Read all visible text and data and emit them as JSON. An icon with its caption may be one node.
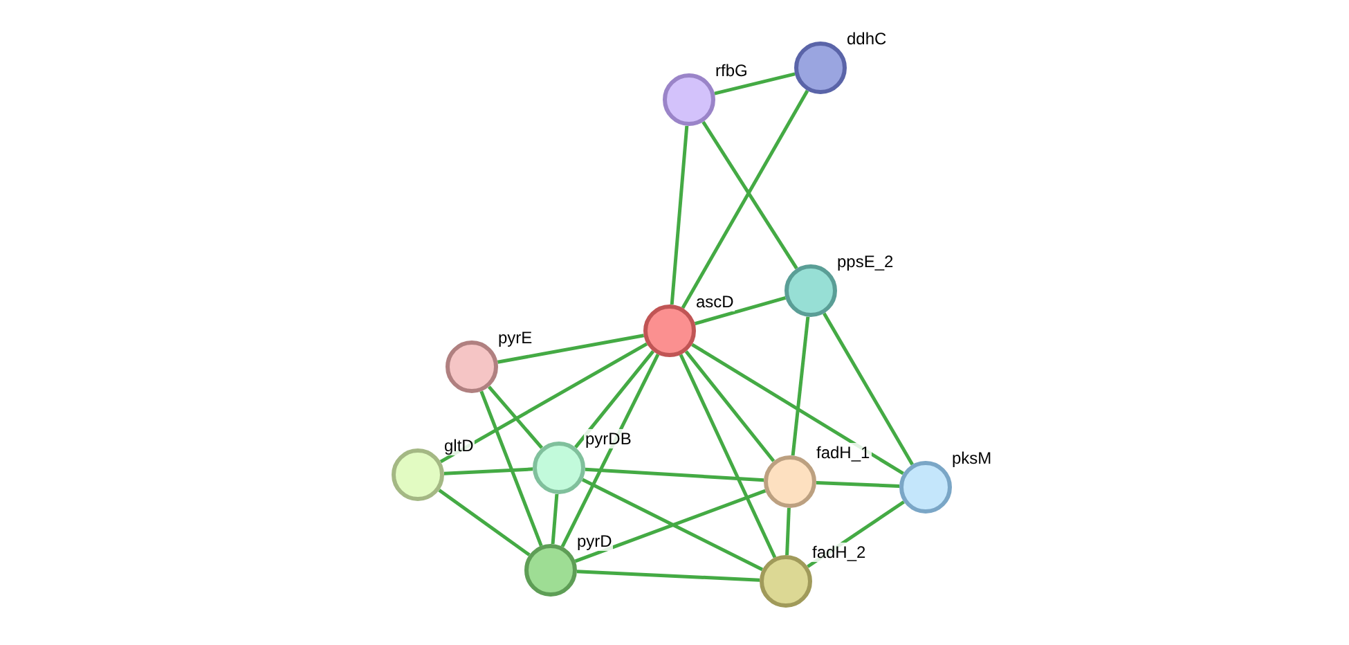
{
  "diagram": {
    "nodes": [
      {
        "text": [],
        "shape": "circle",
        "beside": [
          "ddhC"
        ]
      },
      {
        "text": [],
        "shape": "circle",
        "beside": [
          "rfbG"
        ]
      },
      {
        "text": [],
        "shape": "circle",
        "beside": [
          "ppsE_2"
        ]
      },
      {
        "text": [],
        "shape": "circle",
        "beside": [
          "ascD"
        ]
      },
      {
        "text": [],
        "shape": "circle",
        "beside": [
          "pyrE"
        ]
      },
      {
        "text": [],
        "shape": "circle",
        "beside": [
          "pyrDB"
        ]
      },
      {
        "text": [],
        "shape": "circle",
        "beside": [
          "gltD"
        ]
      },
      {
        "text": [],
        "shape": "circle",
        "beside": [
          "fadH_1"
        ]
      },
      {
        "text": [],
        "shape": "circle",
        "beside": [
          "pksM"
        ]
      },
      {
        "text": [],
        "shape": "circle",
        "beside": [
          "pyrD"
        ]
      },
      {
        "text": [],
        "shape": "circle",
        "beside": [
          "fadH_2"
        ]
      }
    ],
    "edges": [
      {
        "from": 1,
        "to": 0,
        "arrow": "none"
      },
      {
        "from": 1,
        "to": 3,
        "arrow": "none"
      },
      {
        "from": 1,
        "to": 2,
        "arrow": "none"
      },
      {
        "from": 0,
        "to": 3,
        "arrow": "none"
      },
      {
        "from": 3,
        "to": 2,
        "arrow": "none"
      },
      {
        "from": 3,
        "to": 4,
        "arrow": "none"
      },
      {
        "from": 3,
        "to": 6,
        "arrow": "none"
      },
      {
        "from": 3,
        "to": 5,
        "arrow": "none"
      },
      {
        "from": 3,
        "to": 9,
        "arrow": "none"
      },
      {
        "from": 3,
        "to": 7,
        "arrow": "none"
      },
      {
        "from": 3,
        "to": 10,
        "arrow": "none"
      },
      {
        "from": 3,
        "to": 8,
        "arrow": "none"
      },
      {
        "from": 2,
        "to": 7,
        "arrow": "none"
      },
      {
        "from": 2,
        "to": 8,
        "arrow": "none"
      },
      {
        "from": 4,
        "to": 5,
        "arrow": "none"
      },
      {
        "from": 4,
        "to": 9,
        "arrow": "none"
      },
      {
        "from": 6,
        "to": 5,
        "arrow": "none"
      },
      {
        "from": 6,
        "to": 9,
        "arrow": "none"
      },
      {
        "from": 5,
        "to": 9,
        "arrow": "none"
      },
      {
        "from": 5,
        "to": 7,
        "arrow": "none"
      },
      {
        "from": 5,
        "to": 10,
        "arrow": "none"
      },
      {
        "from": 9,
        "to": 7,
        "arrow": "none"
      },
      {
        "from": 9,
        "to": 10,
        "arrow": "none"
      },
      {
        "from": 7,
        "to": 8,
        "arrow": "none"
      },
      {
        "from": 7,
        "to": 10,
        "arrow": "none"
      },
      {
        "from": 10,
        "to": 8,
        "arrow": "none"
      }
    ]
  }
}
